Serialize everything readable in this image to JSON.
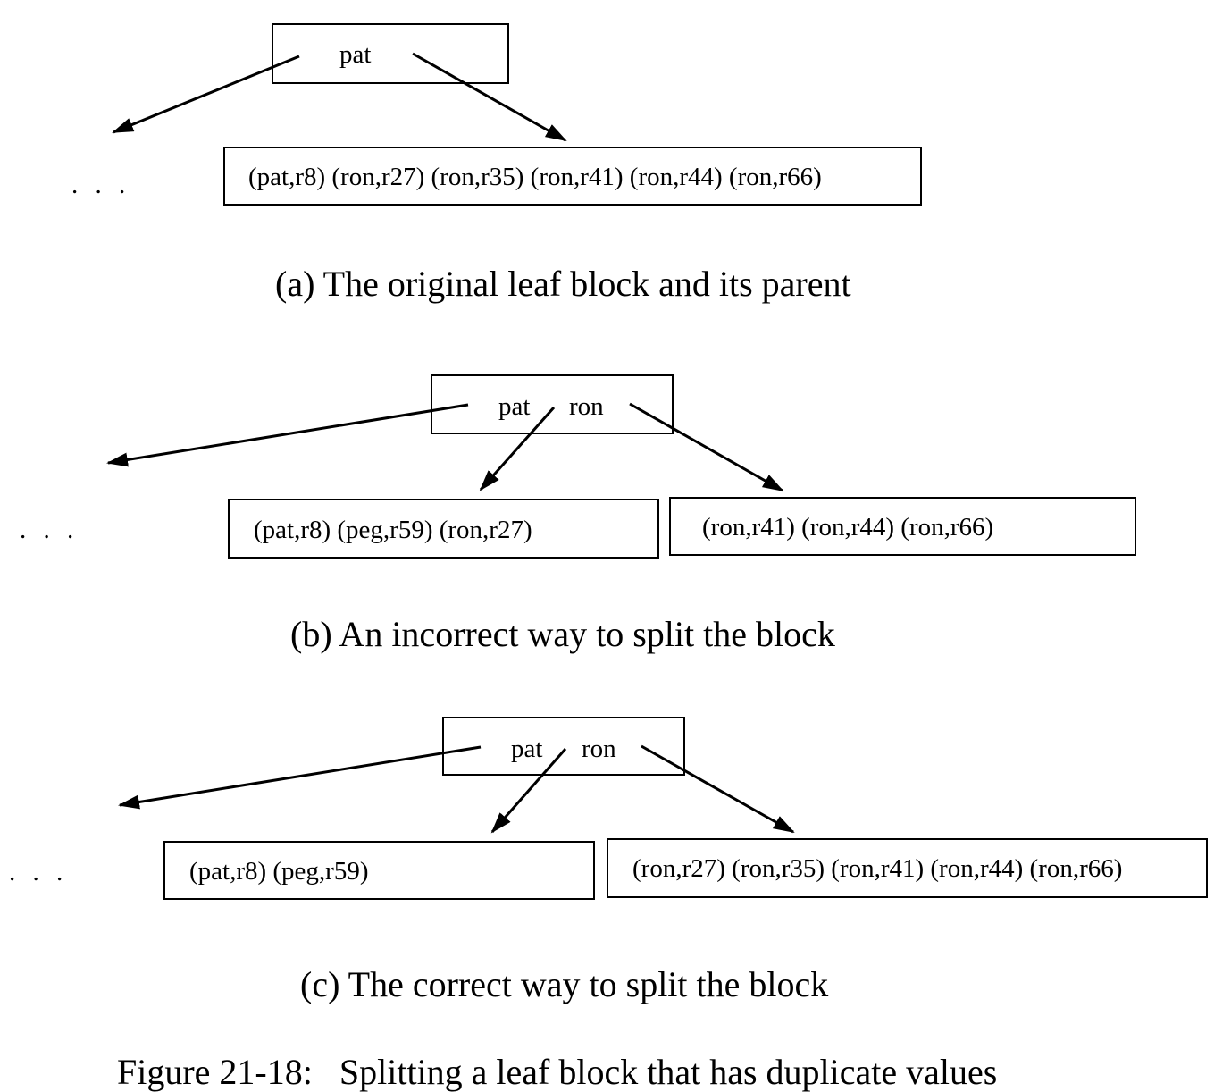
{
  "figure": {
    "caption": "Figure 21-18:   Splitting a leaf block that has duplicate values"
  },
  "panels": {
    "a": {
      "caption": "(a)  The original leaf block and its parent",
      "parent_keys": [
        "pat"
      ],
      "ellipsis": ". . .",
      "leaf_blocks": [
        "(pat,r8) (ron,r27) (ron,r35) (ron,r41) (ron,r44) (ron,r66)"
      ]
    },
    "b": {
      "caption": "(b)  An incorrect way to split the block",
      "parent_keys": [
        "pat",
        "ron"
      ],
      "ellipsis": ". . .",
      "leaf_blocks": [
        "(pat,r8) (peg,r59) (ron,r27)",
        "(ron,r41) (ron,r44) (ron,r66)"
      ]
    },
    "c": {
      "caption": "(c)  The correct way to split the block",
      "parent_keys": [
        "pat",
        "ron"
      ],
      "ellipsis": ". . .",
      "leaf_blocks": [
        "(pat,r8) (peg,r59)",
        "(ron,r27) (ron,r35) (ron,r41) (ron,r44) (ron,r66)"
      ]
    }
  }
}
